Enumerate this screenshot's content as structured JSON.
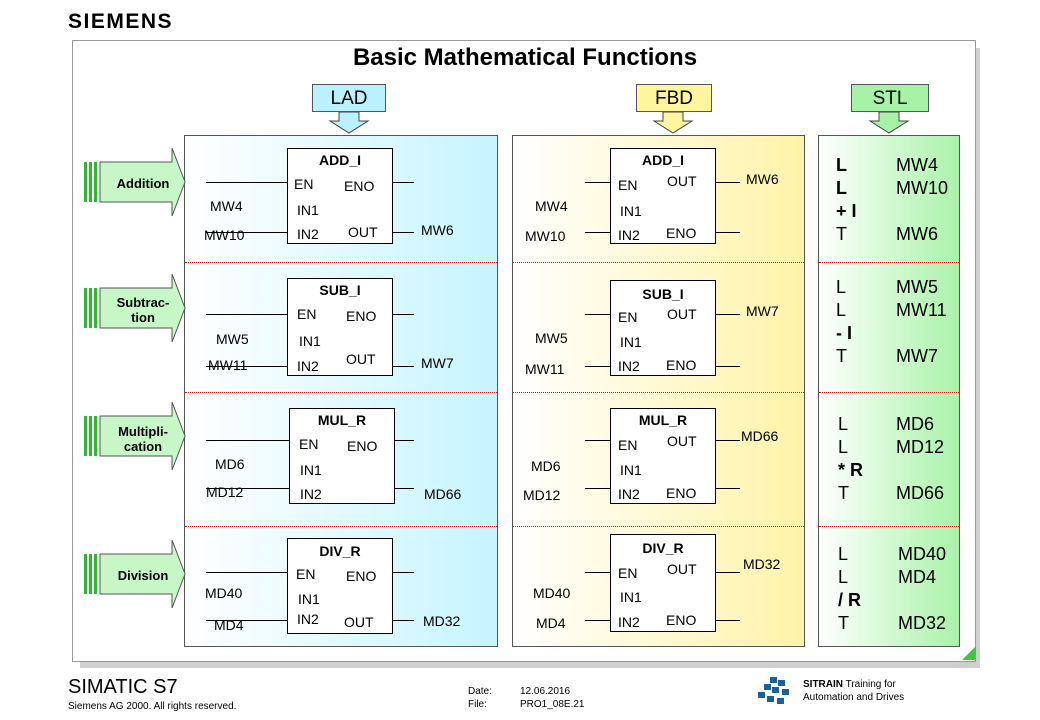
{
  "header": {
    "logo": "SIEMENS",
    "title": "Basic Mathematical Functions"
  },
  "tabs": {
    "lad": "LAD",
    "fbd": "FBD",
    "stl": "STL"
  },
  "rows": [
    {
      "label_line1": "Addition",
      "label_line2": "",
      "block": "ADD_I",
      "in1": "MW4",
      "in2": "MW10",
      "out": "MW6",
      "stl": [
        {
          "op": "L",
          "arg": "MW4"
        },
        {
          "op": "L",
          "arg": "MW10"
        },
        {
          "op": "+ I",
          "arg": ""
        },
        {
          "op": "T",
          "arg": "MW6"
        }
      ]
    },
    {
      "label_line1": "Subtrac-",
      "label_line2": "tion",
      "block": "SUB_I",
      "in1": "MW5",
      "in2": "MW11",
      "out": "MW7",
      "stl": [
        {
          "op": "L",
          "arg": "MW5"
        },
        {
          "op": "L",
          "arg": "MW11"
        },
        {
          "op": "- I",
          "arg": ""
        },
        {
          "op": "T",
          "arg": "MW7"
        }
      ]
    },
    {
      "label_line1": "Multipli-",
      "label_line2": "cation",
      "block": "MUL_R",
      "in1": "MD6",
      "in2": "MD12",
      "out": "MD66",
      "stl": [
        {
          "op": "L",
          "arg": "MD6"
        },
        {
          "op": "L",
          "arg": "MD12"
        },
        {
          "op": "* R",
          "arg": ""
        },
        {
          "op": "T",
          "arg": "MD66"
        }
      ]
    },
    {
      "label_line1": "Division",
      "label_line2": "",
      "block": "DIV_R",
      "in1": "MD40",
      "in2": "MD4",
      "out": "MD32",
      "stl": [
        {
          "op": "L",
          "arg": "MD40"
        },
        {
          "op": "L",
          "arg": "MD4"
        },
        {
          "op": "/ R",
          "arg": ""
        },
        {
          "op": "T",
          "arg": "MD32"
        }
      ]
    }
  ],
  "pins": {
    "en": "EN",
    "eno": "ENO",
    "in1": "IN1",
    "in2": "IN2",
    "out": "OUT"
  },
  "footer": {
    "product": "SIMATIC S7",
    "copyright": "Siemens AG 2000. All rights reserved.",
    "date_label": "Date:",
    "date_value": "12.06.2016",
    "file_label": "File:",
    "file_value": "PRO1_08E.21",
    "sitrain_bold": "SITRAIN",
    "sitrain_rest": " Training for",
    "sitrain_line2": "Automation and Drives"
  }
}
